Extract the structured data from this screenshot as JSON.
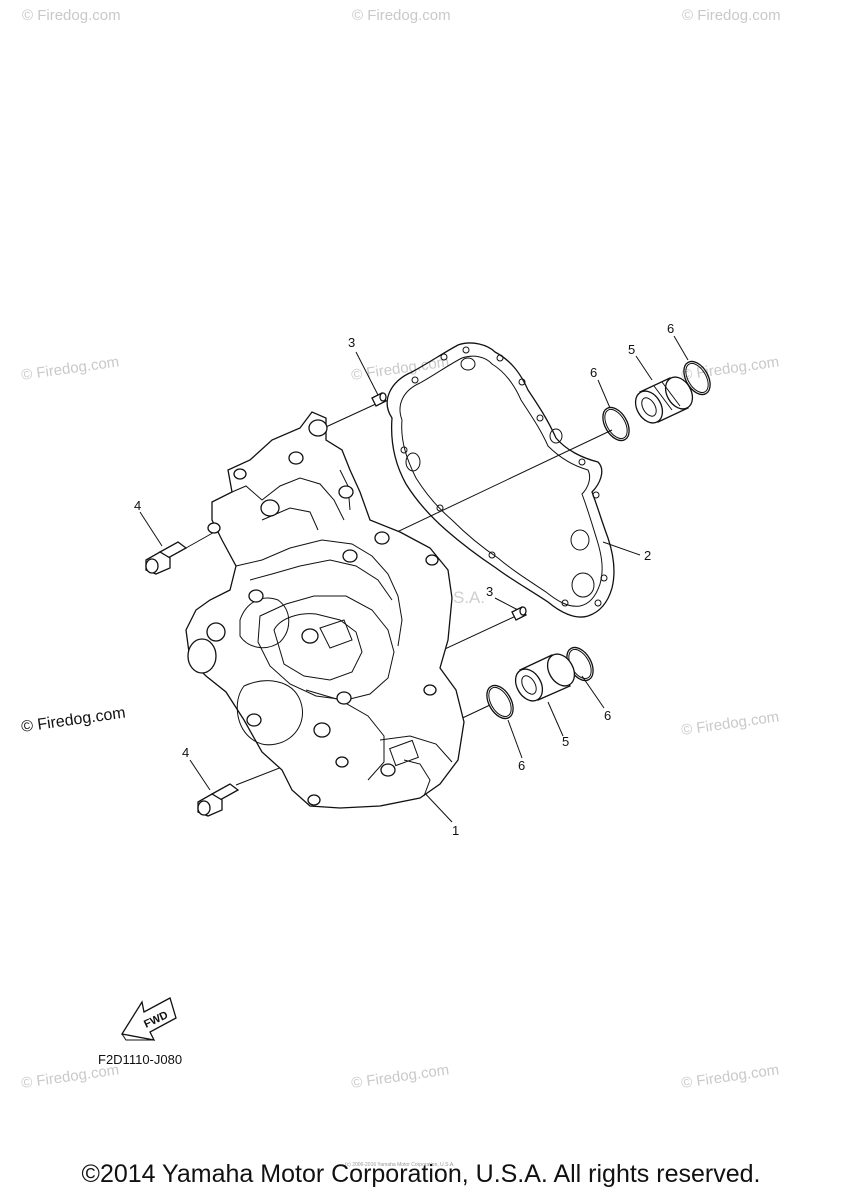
{
  "watermark": {
    "text": "© Firedog.com",
    "center_text": "Yamaha Motor Corp., U.S.A."
  },
  "callouts": {
    "c1": "1",
    "c2": "2",
    "c3_top": "3",
    "c3_mid": "3",
    "c4_top": "4",
    "c4_bottom": "4",
    "c5_top": "5",
    "c5_bottom": "5",
    "c6_top_left": "6",
    "c6_top_right": "6",
    "c6_bottom_right": "6",
    "c6_bottom_left": "6"
  },
  "fwd_label": "FWD",
  "diagram_code": "F2D1110-J080",
  "tiny_footer": "(c) 2006-2016 Yamaha Motor Corporation, U.S.A.",
  "copyright": "©2014 Yamaha Motor Corporation, U.S.A. All rights reserved."
}
